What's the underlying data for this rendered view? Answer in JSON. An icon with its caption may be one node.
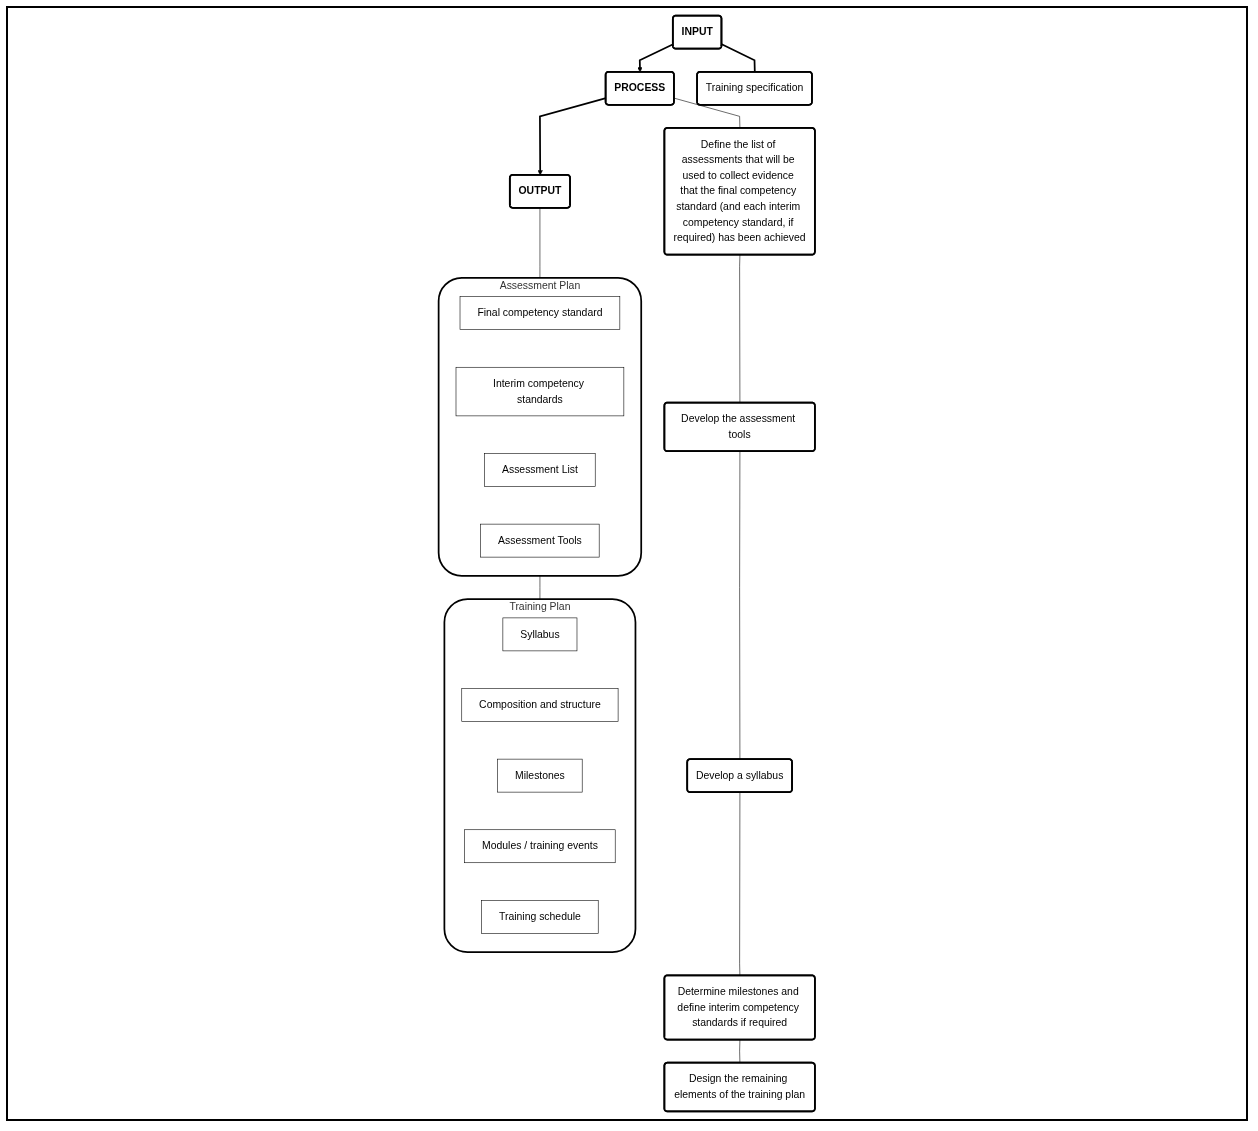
{
  "diagram": {
    "nodes": [
      {
        "text": [
          "INPUT"
        ]
      },
      {
        "text": [
          "PROCESS"
        ]
      },
      {
        "text": [
          "OUTPUT"
        ]
      },
      {
        "text": [
          "Training specification"
        ]
      },
      {
        "text": [
          "Define the list of assessments that will be used to collect evidence that the final competency standard (and each interim competency standard, if required) has been achieved"
        ]
      },
      {
        "text": [
          "Develop the assessment tools"
        ]
      },
      {
        "text": [
          "Develop a syllabus"
        ]
      },
      {
        "text": [
          "Determine milestones and define interim competency standards if required"
        ]
      },
      {
        "text": [
          "Design the remaining elements of the training plan"
        ]
      },
      {
        "text": [
          "Assessment Plan"
        ]
      },
      {
        "text": [
          "Final competency standard"
        ],
        "in": 9
      },
      {
        "text": [
          "Interim competency standards"
        ],
        "in": 9
      },
      {
        "text": [
          "Assessment List"
        ],
        "in": 9
      },
      {
        "text": [
          "Assessment Tools"
        ],
        "in": 9
      },
      {
        "text": [
          "Training Plan"
        ]
      },
      {
        "text": [
          "Syllabus"
        ],
        "in": 14
      },
      {
        "text": [
          "Composition and structure"
        ],
        "in": 14
      },
      {
        "text": [
          "Milestones"
        ],
        "in": 14
      },
      {
        "text": [
          "Modules / training events"
        ],
        "in": 14
      },
      {
        "text": [
          "Training schedule"
        ],
        "in": 14
      }
    ],
    "edges": [
      {
        "from": 0,
        "to": 1,
        "arrow": "to"
      },
      {
        "from": 1,
        "to": 2,
        "arrow": "to"
      },
      {
        "from": 0,
        "to": 3,
        "arrow": "none"
      },
      {
        "from": 1,
        "to": 4,
        "arrow": "none"
      },
      {
        "from": 4,
        "to": 5,
        "arrow": "none"
      },
      {
        "from": 5,
        "to": 6,
        "arrow": "none"
      },
      {
        "from": 6,
        "to": 7,
        "arrow": "none"
      },
      {
        "from": 7,
        "to": 8,
        "arrow": "none"
      },
      {
        "from": 2,
        "to": 9,
        "arrow": "none"
      },
      {
        "from": 9,
        "to": 14,
        "arrow": "none"
      }
    ]
  }
}
